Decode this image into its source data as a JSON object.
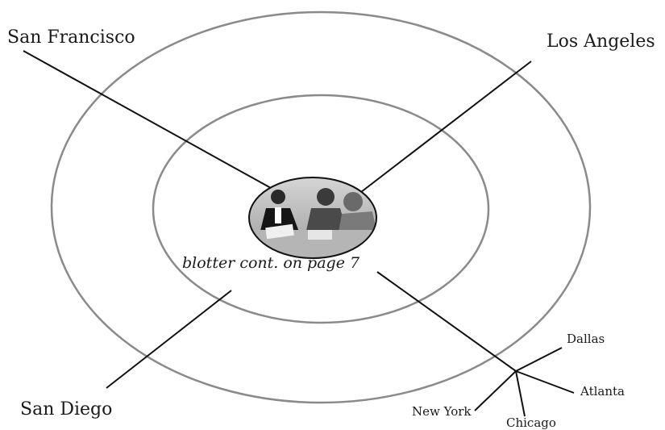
{
  "labels": {
    "san_francisco": "San Francisco",
    "los_angeles": "Los Angeles",
    "san_diego": "San Diego",
    "new_york": "New York",
    "chicago": "Chicago",
    "dallas": "Dallas",
    "atlanta": "Atlanta"
  },
  "center": {
    "photo_description_icon": "meeting-photo-icon",
    "caption": "blotter cont. on page 7"
  },
  "colors": {
    "ring": "#8a8a8a",
    "line": "#111111",
    "text": "#1a1a1a"
  }
}
